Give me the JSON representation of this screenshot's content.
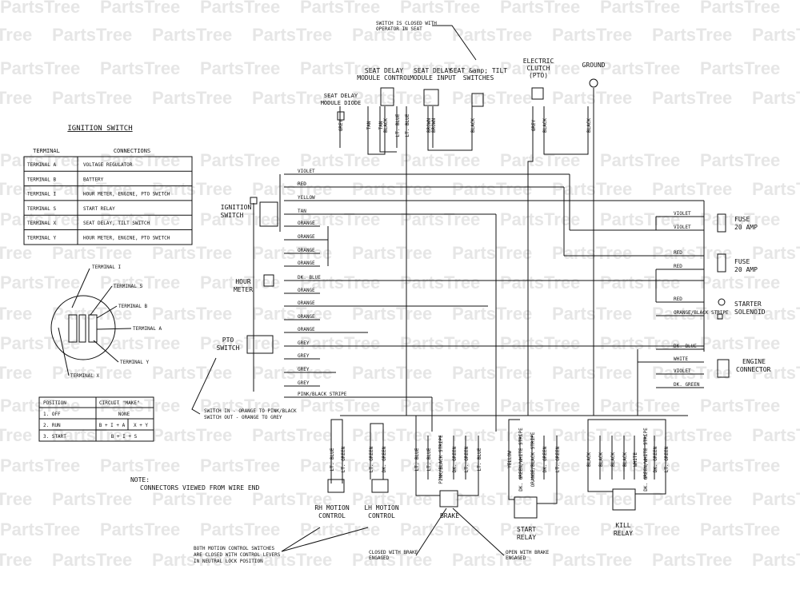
{
  "watermark": "PartsTree",
  "top_note": [
    "SWITCH IS CLOSED WITH",
    "OPERATOR IN SEAT"
  ],
  "components": {
    "seat_delay_control": [
      "SEAT DELAY",
      "MODULE CONTROL"
    ],
    "seat_delay_input": [
      "SEAT DELAY",
      "MODULE INPUT"
    ],
    "seat_tilt": [
      "SEAT &amp; TILT",
      "SWITCHES"
    ],
    "electric_clutch": [
      "ELECTRIC",
      "CLUTCH",
      "(PTO)"
    ],
    "ground": "GROUND",
    "seat_delay_diode": [
      "SEAT DELAY",
      "MODULE DIODE"
    ],
    "ignition_switch": [
      "IGNITION",
      "SWITCH"
    ],
    "hour_meter": [
      "HOUR",
      "METER"
    ],
    "pto_switch": [
      "PTO",
      "SWITCH"
    ],
    "fuse1": [
      "FUSE",
      "20 AMP"
    ],
    "fuse2": [
      "FUSE",
      "20 AMP"
    ],
    "starter": [
      "STARTER",
      "SOLENOID"
    ],
    "engine": [
      "ENGINE",
      "CONNECTOR"
    ],
    "start_relay": [
      "START",
      "RELAY"
    ],
    "kill_relay": [
      "KILL",
      "RELAY"
    ],
    "rh_motion": [
      "RH MOTION",
      "CONTROL"
    ],
    "lh_motion": [
      "LH MOTION",
      "CONTROL"
    ],
    "brake": "BRAKE"
  },
  "table_title": "IGNITION SWITCH",
  "table_headers": [
    "TERMINAL",
    "CONNECTIONS"
  ],
  "table_rows": [
    [
      "TERMINAL  A",
      "VOLTAGE REGULATOR"
    ],
    [
      "TERMINAL  B",
      "BATTERY"
    ],
    [
      "TERMINAL  I",
      "HOUR METER, ENGINE, PTO SWITCH"
    ],
    [
      "TERMINAL  S",
      "START RELAY"
    ],
    [
      "TERMINAL  X",
      "SEAT DELAY, TILT SWITCH"
    ],
    [
      "TERMINAL  Y",
      "HOUR METER, ENGINE, PTO SWITCH"
    ]
  ],
  "terminal_labels": [
    "TERMINAL I",
    "TERMINAL S",
    "TERMINAL B",
    "TERMINAL A",
    "TERMINAL Y",
    "TERMINAL X"
  ],
  "position_headers": [
    "POSITION",
    "CIRCUIT \"MAKE\""
  ],
  "position_rows": [
    [
      "1.  OFF",
      "NONE",
      ""
    ],
    [
      "2.  RUN",
      "B + I + A",
      "X + Y"
    ],
    [
      "3.  START",
      "B + I + S",
      ""
    ]
  ],
  "pto_note": [
    "SWITCH IN - ORANGE TO PINK/BLACK",
    "SWITCH OUT - ORANGE TO GREY"
  ],
  "note": [
    "NOTE:",
    "CONNECTORS VIEWED FROM WIRE END"
  ],
  "motion_note": [
    "BOTH MOTION CONTROL SWITCHES",
    "ARE CLOSED WITH CONTROL LEVERS",
    "IN NEUTRAL LOCK POSITION"
  ],
  "brake_closed": [
    "CLOSED WITH BRAKE",
    "ENGAGED"
  ],
  "brake_open": [
    "OPEN WITH BRAKE",
    "ENGAGED"
  ],
  "top_wires": [
    "GREY",
    "TAN",
    "TAN",
    "BLACK",
    "LT. BLUE",
    "LT. BLUE",
    "BROWN",
    "BROWN",
    "BLACK",
    "GREY",
    "BLACK",
    "BLACK"
  ],
  "ign_wires": [
    "VIOLET",
    "RED",
    "YELLOW",
    "TAN",
    "ORANGE",
    "ORANGE",
    "ORANGE",
    "ORANGE",
    "DK. BLUE",
    "ORANGE",
    "ORANGE",
    "ORANGE",
    "ORANGE",
    "GREY",
    "GREY",
    "GREY",
    "GREY",
    "PINK/BLACK STRIPE"
  ],
  "right_wires": [
    "VIOLET",
    "VIOLET",
    "RED",
    "RED",
    "RED",
    "ORANGE/BLACK STRIPE",
    "DK. BLUE",
    "WHITE",
    "VIOLET",
    "DK. GREEN"
  ],
  "bottom_wires": [
    "LT. BLUE",
    "LT. GREEN",
    "LT. GREEN",
    "DK. GREEN",
    "LT. BLUE",
    "LT. BLUE",
    "PINK/BLACK STRIPE",
    "DK. GREEN",
    "LT. GREEN",
    "LT. BLUE",
    "YELLOW",
    "DK. GREEN/WHITE STRIPE",
    "ORANGE/BLACK STRIPE",
    "DK. GREEN",
    "LT. GREEN",
    "BLACK",
    "BLACK",
    "BLACK",
    "BLACK",
    "WHITE",
    "DK. GREEN/WHITE STRIPE",
    "DK. GREEN",
    "LT. GREEN"
  ]
}
